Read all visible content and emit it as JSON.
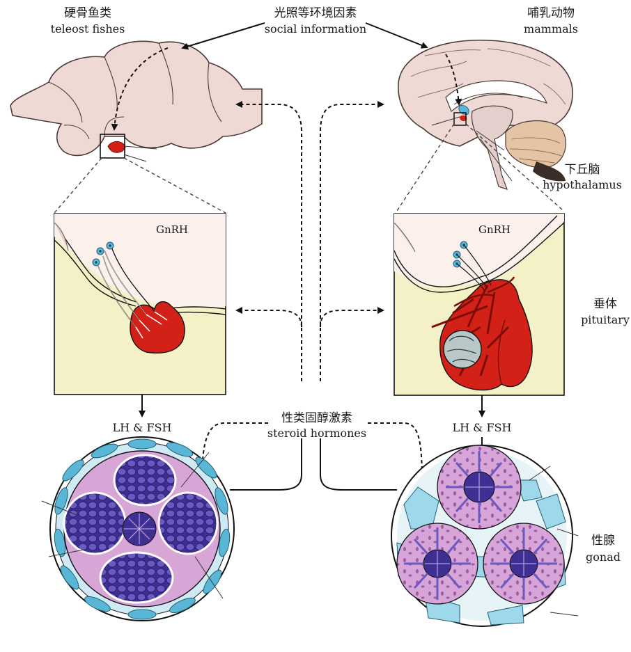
{
  "top_center": {
    "zh": "光照等环境因素",
    "en": "social information"
  },
  "fish": {
    "zh": "硬骨鱼类",
    "en": "teleost fishes"
  },
  "mammal": {
    "zh": "哺乳动物",
    "en": "mammals"
  },
  "hypothalamus": {
    "zh": "下丘脑",
    "en": "hypothalamus"
  },
  "gnrh_left": "GnRH",
  "gnrh_right": "GnRH",
  "pituitary": {
    "zh": "垂体",
    "en": "pituitary"
  },
  "lhfsh_left": "LH & FSH",
  "lhfsh_right": "LH & FSH",
  "steroid": {
    "zh": "性类固醇激素",
    "en": "steroid hormones"
  },
  "gonad": {
    "zh": "性腺",
    "en": "gonad"
  },
  "colors": {
    "brain": "#efd9d4",
    "pituitary_red": "#d42118",
    "neuron_blue": "#5ab6d6",
    "panel_yellow": "#f4f1c6",
    "panel_pink": "#fbf0ec",
    "gonad_cell_blue": "#9fd8ea",
    "germ_purple": "#5b4aa8",
    "stroma_pink": "#d8a6d6"
  }
}
